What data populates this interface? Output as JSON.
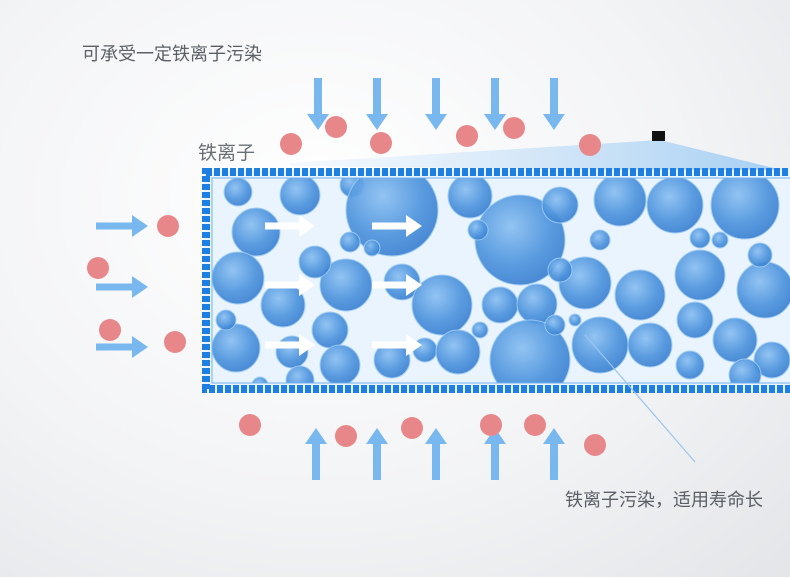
{
  "title": "可承受一定铁离子污染",
  "ion_label": "铁离子",
  "outcome_label": "铁离子污染，适用寿命长",
  "colors": {
    "ion": "#e8878a",
    "arrow": "#79b8ef",
    "flow_arrow": "#ffffff",
    "frame": "#1e7fe0",
    "bead": "#4f95de",
    "membrane_bg": "#cfe6fb"
  },
  "icons": {
    "ion": "red-dot-icon",
    "inflow": "blue-arrow-icon",
    "flow": "white-arrow-icon"
  }
}
